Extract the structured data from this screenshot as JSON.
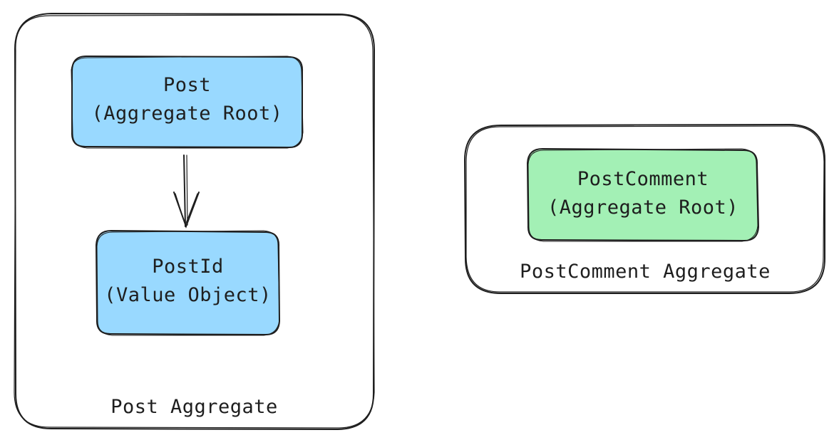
{
  "aggregates": [
    {
      "label": "Post Aggregate",
      "nodes": [
        {
          "title": "Post",
          "subtitle": "(Aggregate Root)",
          "color": "#a5d8ff"
        },
        {
          "title": "PostId",
          "subtitle": "(Value Object)",
          "color": "#a5d8ff"
        }
      ],
      "edge": {
        "from": "Post",
        "to": "PostId"
      }
    },
    {
      "label": "PostComment Aggregate",
      "nodes": [
        {
          "title": "PostComment",
          "subtitle": "(Aggregate Root)",
          "color": "#b2f2bb"
        }
      ]
    }
  ],
  "colors": {
    "stroke": "#1e1e1e",
    "value_fill": "#a5d8ff",
    "root_fill_blue": "#a5d8ff",
    "root_fill_green": "#b2f2bb",
    "background": "#ffffff"
  }
}
